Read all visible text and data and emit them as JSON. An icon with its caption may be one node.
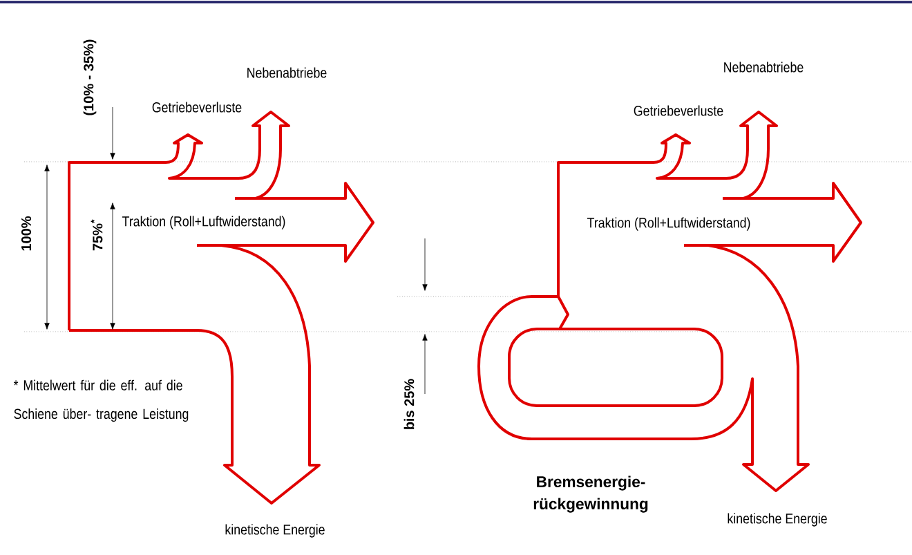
{
  "diagram": {
    "labels": [
      "(10% - 35%)",
      "Nebenabtriebe",
      "Getriebeverluste",
      "Traktion (Roll+Luftwiderstand)",
      "Nebenabtriebe",
      "Getriebeverluste",
      "Traktion (Roll+Luftwiderstand)",
      "100%",
      "75%$^{*}$",
      "bis 25%",
      "* Mittelwert für die eff. auf die Schiene über- tragene Leistung",
      "Bremsenergie- rückgewinnung",
      "kinetische Energie",
      "kinetische Energie"
    ]
  }
}
